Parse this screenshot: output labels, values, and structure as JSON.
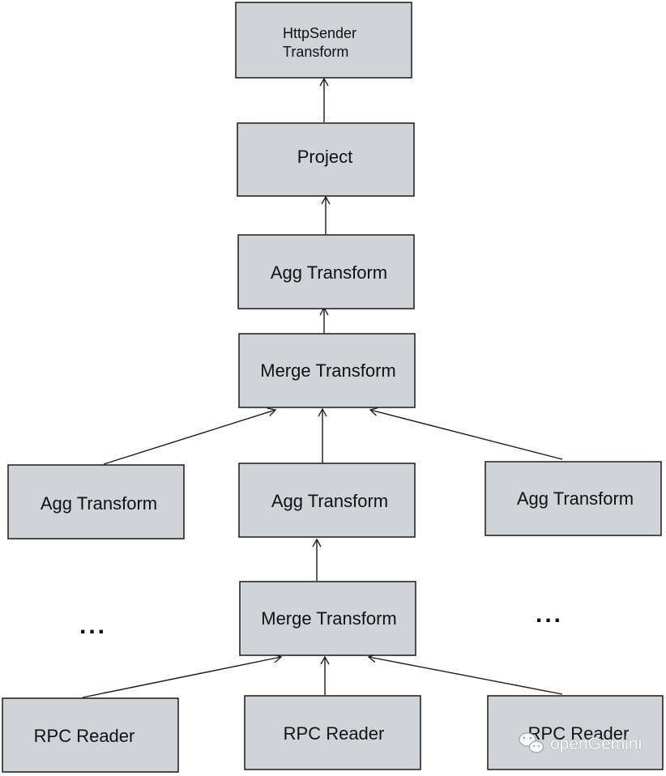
{
  "nodes": {
    "http_sender": {
      "line1": "HttpSender",
      "line2": "Transform"
    },
    "project": {
      "label": "Project"
    },
    "agg_top": {
      "label": "Agg Transform"
    },
    "merge_top": {
      "label": "Merge Transform"
    },
    "agg_left": {
      "label": "Agg Transform"
    },
    "agg_center": {
      "label": "Agg Transform"
    },
    "agg_right": {
      "label": "Agg Transform"
    },
    "merge_bottom": {
      "label": "Merge Transform"
    },
    "rpc_left": {
      "label": "RPC Reader"
    },
    "rpc_center": {
      "label": "RPC Reader"
    },
    "rpc_right": {
      "label": "RPC Reader"
    }
  },
  "ellipsis": {
    "left": "...",
    "right": "..."
  },
  "watermark": {
    "text": "openGemini",
    "icon": "wechat-icon"
  },
  "colors": {
    "box_fill": "#d0d4d9",
    "box_stroke": "#1a1a1a",
    "arrow": "#1a1a1a"
  }
}
